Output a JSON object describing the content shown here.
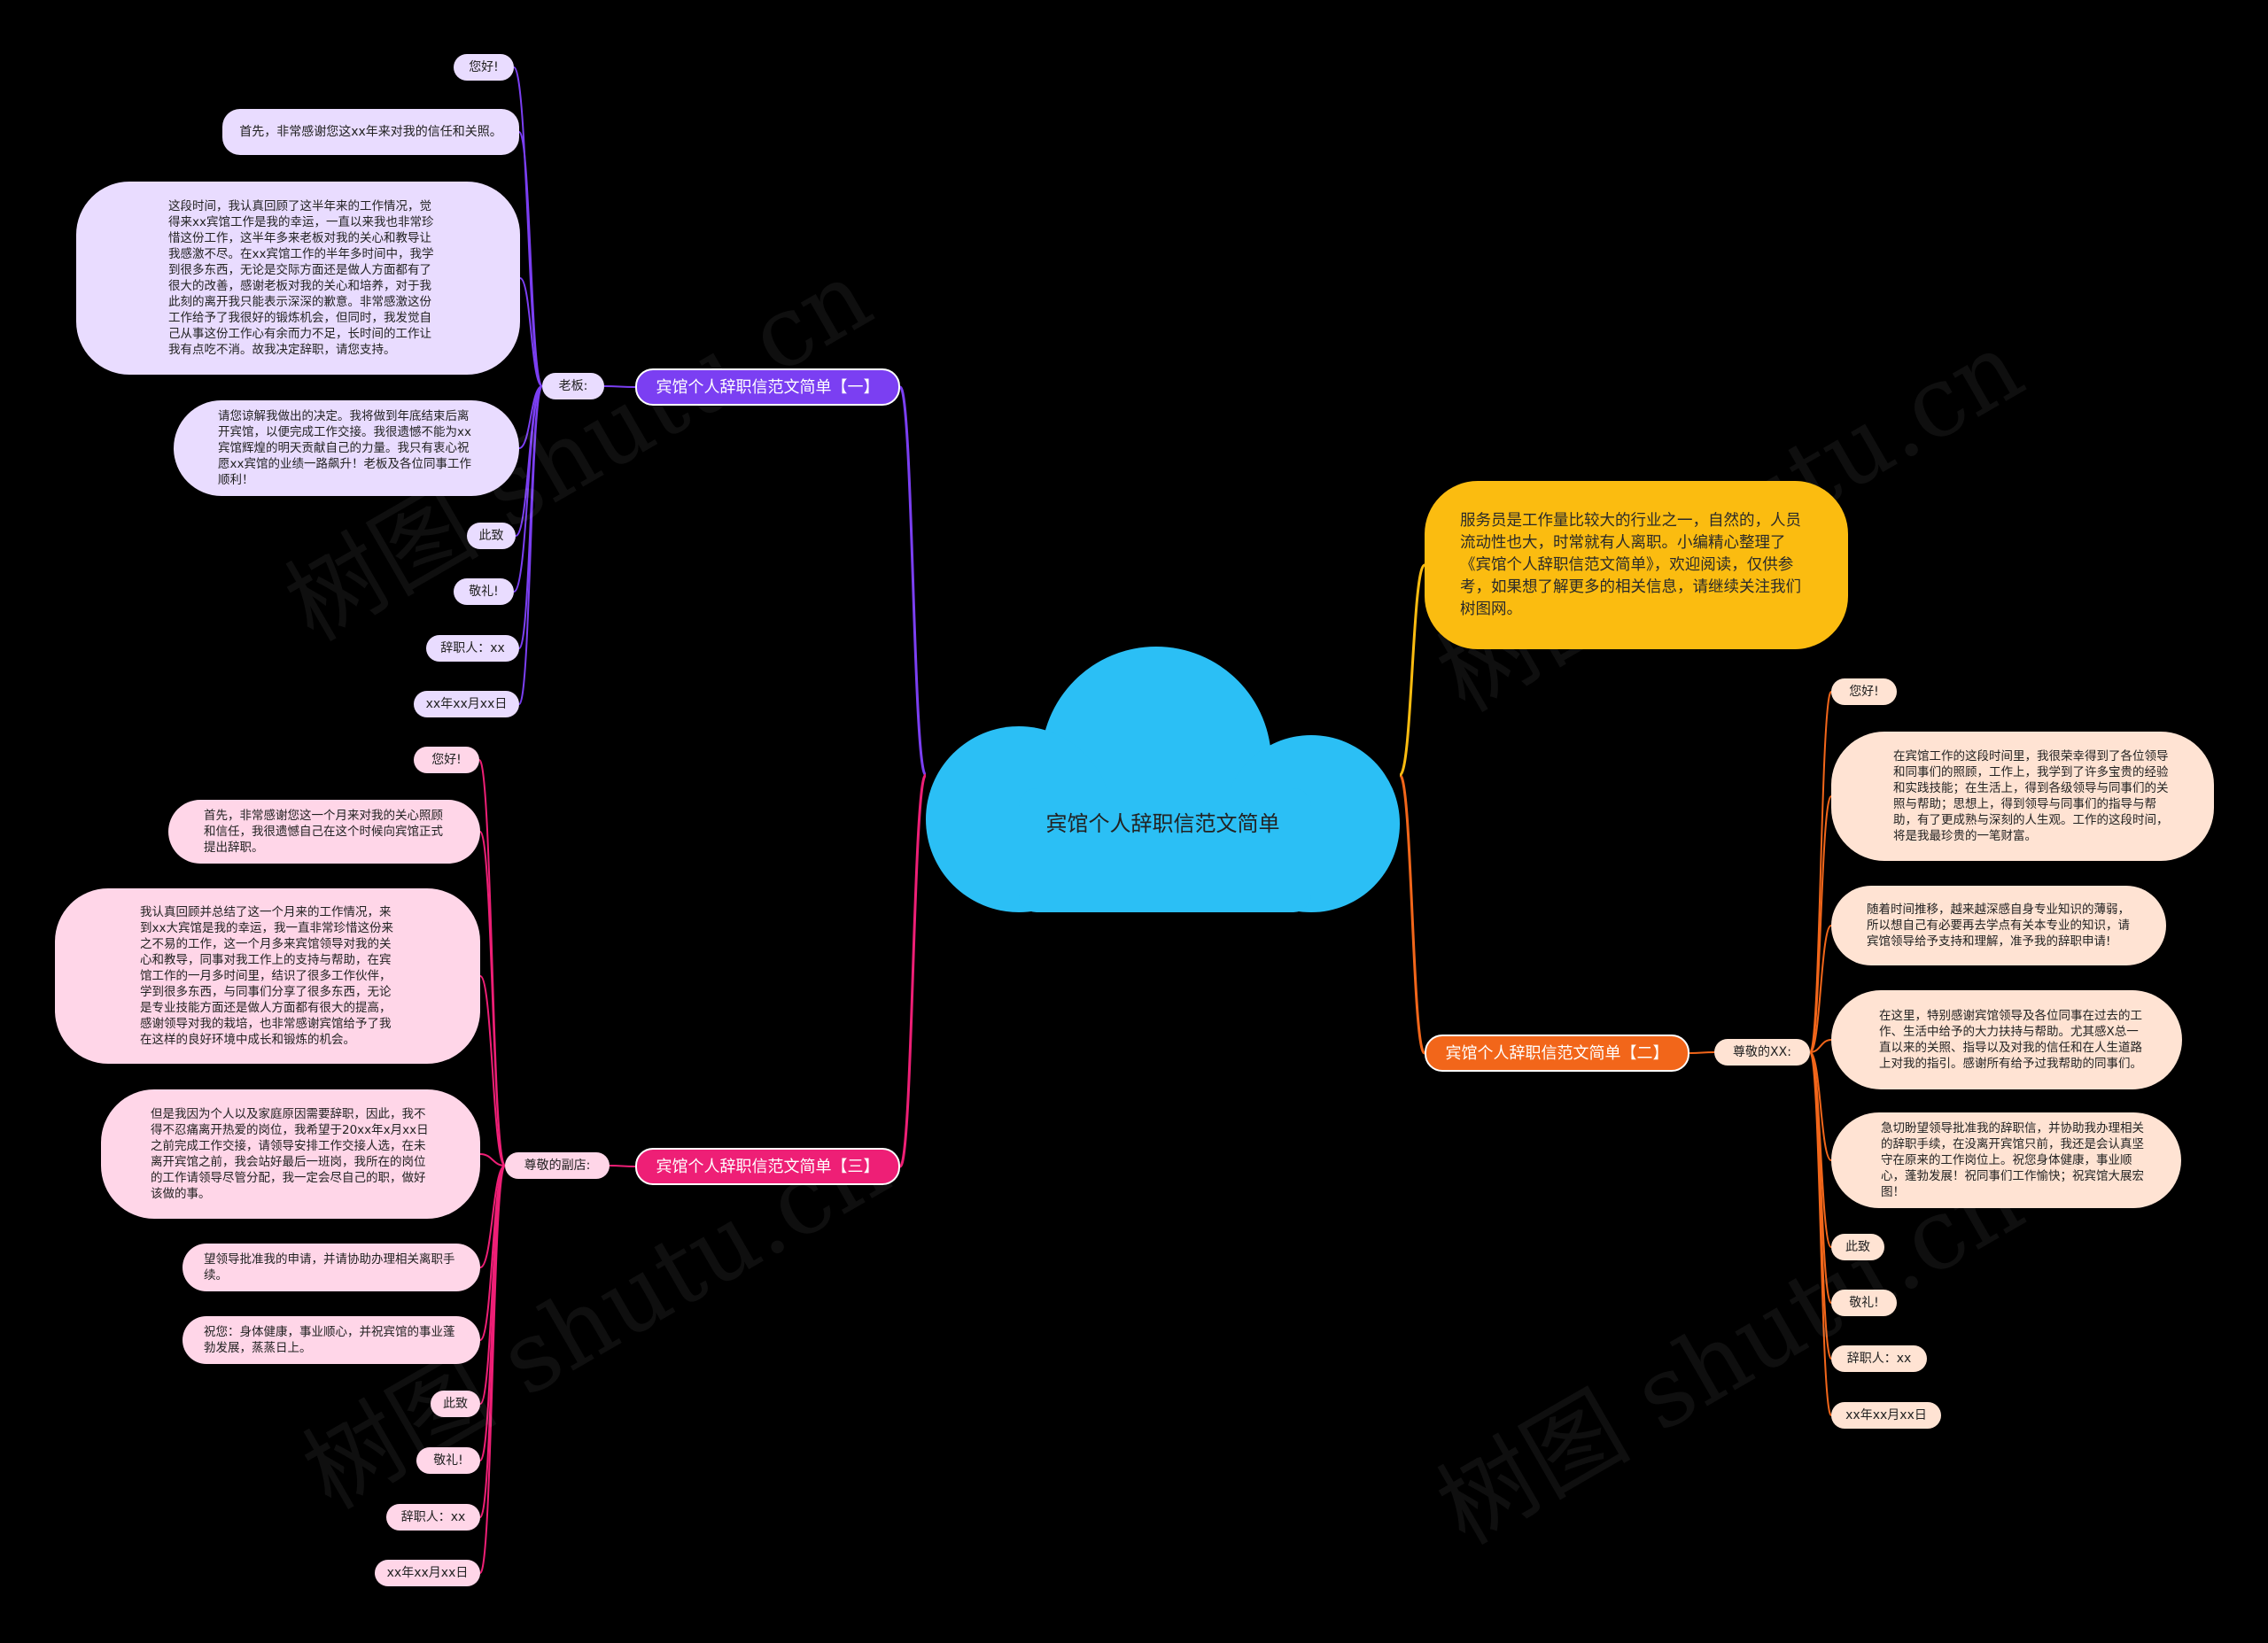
{
  "center": {
    "title": "宾馆个人辞职信范文简单",
    "color": "#2bbff5"
  },
  "intro": {
    "text": "服务员是工作量比较大的行业之一，自然的，人员流动性也大，时常就有人离职。小编精心整理了《宾馆个人辞职信范文简单》，欢迎阅读，仅供参考，如果想了解更多的相关信息，请继续关注我们树图网。",
    "color": "#fbbc10"
  },
  "branches": [
    {
      "id": "b1",
      "title": "宾馆个人辞职信范文简单【一】",
      "color": "#7b3ff2",
      "leaf_color": "#e9dcff",
      "label": "老板:",
      "items": [
        "您好!",
        "首先，非常感谢您这xx年来对我的信任和关照。",
        "这段时间，我认真回顾了这半年来的工作情况，觉得来xx宾馆工作是我的幸运，一直以来我也非常珍惜这份工作，这半年多来老板对我的关心和教导让我感激不尽。在xx宾馆工作的半年多时间中，我学到很多东西，无论是交际方面还是做人方面都有了很大的改善，感谢老板对我的关心和培养，对于我此刻的离开我只能表示深深的歉意。非常感激这份工作给予了我很好的锻炼机会，但同时，我发觉自己从事这份工作心有余而力不足，长时间的工作让我有点吃不消。故我决定辞职，请您支持。",
        "请您谅解我做出的决定。我将做到年底结束后离开宾馆，以便完成工作交接。我很遗憾不能为xx宾馆辉煌的明天贡献自己的力量。我只有衷心祝愿xx宾馆的业绩一路飙升！老板及各位同事工作顺利！",
        "此致",
        "敬礼!",
        "辞职人：xx",
        "xx年xx月xx日"
      ]
    },
    {
      "id": "b2",
      "title": "宾馆个人辞职信范文简单【二】",
      "color": "#f2661a",
      "leaf_color": "#ffe3d3",
      "label": "尊敬的XX:",
      "items": [
        "您好!",
        "在宾馆工作的这段时间里，我很荣幸得到了各位领导和同事们的照顾，工作上，我学到了许多宝贵的经验和实践技能；在生活上，得到各级领导与同事们的关照与帮助；思想上，得到领导与同事们的指导与帮助，有了更成熟与深刻的人生观。工作的这段时间，将是我最珍贵的一笔财富。",
        "随着时间推移，越来越深感自身专业知识的薄弱，所以想自己有必要再去学点有关本专业的知识，请宾馆领导给予支持和理解，准予我的辞职申请!",
        "在这里，特别感谢宾馆领导及各位同事在过去的工作、生活中给予的大力扶持与帮助。尤其感X总一直以来的关照、指导以及对我的信任和在人生道路上对我的指引。感谢所有给予过我帮助的同事们。",
        "急切盼望领导批准我的辞职信，并协助我办理相关的辞职手续，在没离开宾馆只前，我还是会认真坚守在原来的工作岗位上。祝您身体健康，事业顺心，蓬勃发展！祝同事们工作愉快；祝宾馆大展宏图！",
        "此致",
        "敬礼!",
        "辞职人：xx",
        "xx年xx月xx日"
      ]
    },
    {
      "id": "b3",
      "title": "宾馆个人辞职信范文简单【三】",
      "color": "#ee1f76",
      "leaf_color": "#ffd6e8",
      "label": "尊敬的副店:",
      "items": [
        "您好!",
        "首先，非常感谢您这一个月来对我的关心照顾和信任，我很遗憾自己在这个时候向宾馆正式提出辞职。",
        "我认真回顾并总结了这一个月来的工作情况，来到xx大宾馆是我的幸运，我一直非常珍惜这份来之不易的工作，这一个月多来宾馆领导对我的关心和教导，同事对我工作上的支持与帮助，在宾馆工作的一月多时间里，结识了很多工作伙伴，学到很多东西，与同事们分享了很多东西，无论是专业技能方面还是做人方面都有很大的提高，感谢领导对我的栽培，也非常感谢宾馆给予了我在这样的良好环境中成长和锻炼的机会。",
        "但是我因为个人以及家庭原因需要辞职，因此，我不得不忍痛离开热爱的岗位，我希望于20xx年x月xx日之前完成工作交接，请领导安排工作交接人选，在未离开宾馆之前，我会站好最后一班岗，我所在的岗位的工作请领导尽管分配，我一定会尽自己的职，做好该做的事。",
        "望领导批准我的申请，并请协助办理相关离职手续。",
        "祝您：身体健康，事业顺心，并祝宾馆的事业蓬勃发展，蒸蒸日上。",
        "此致",
        "敬礼!",
        "辞职人：xx",
        "xx年xx月xx日"
      ]
    }
  ],
  "watermark": "树图 shutu.cn"
}
